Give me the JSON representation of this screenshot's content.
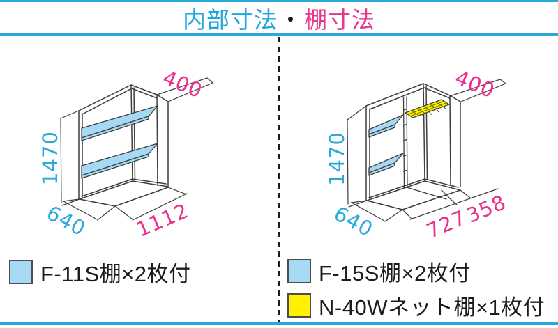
{
  "title": {
    "primary": "内部寸法",
    "dot": "・",
    "secondary": "棚寸法"
  },
  "colors": {
    "accent_cyan": "#29A9DE",
    "accent_pink": "#ED2E8F",
    "shelf_blue": "#A6D9F4",
    "net_yellow": "#FFF100",
    "line": "#3E3E3E"
  },
  "left_panel": {
    "dimensions": {
      "shelf_depth": "400",
      "height": "1470",
      "depth": "640",
      "width": "1112"
    },
    "legend": [
      {
        "swatch_color": "#A6D9F4",
        "label": "F-11S棚×2枚付"
      }
    ]
  },
  "right_panel": {
    "dimensions": {
      "shelf_depth": "400",
      "height": "1470",
      "depth": "640",
      "width_left": "727",
      "width_right": "358"
    },
    "legend": [
      {
        "swatch_color": "#A6D9F4",
        "label": "F-15S棚×2枚付"
      },
      {
        "swatch_color": "#FFF100",
        "label": "N-40Wネット棚×1枚付"
      }
    ]
  }
}
